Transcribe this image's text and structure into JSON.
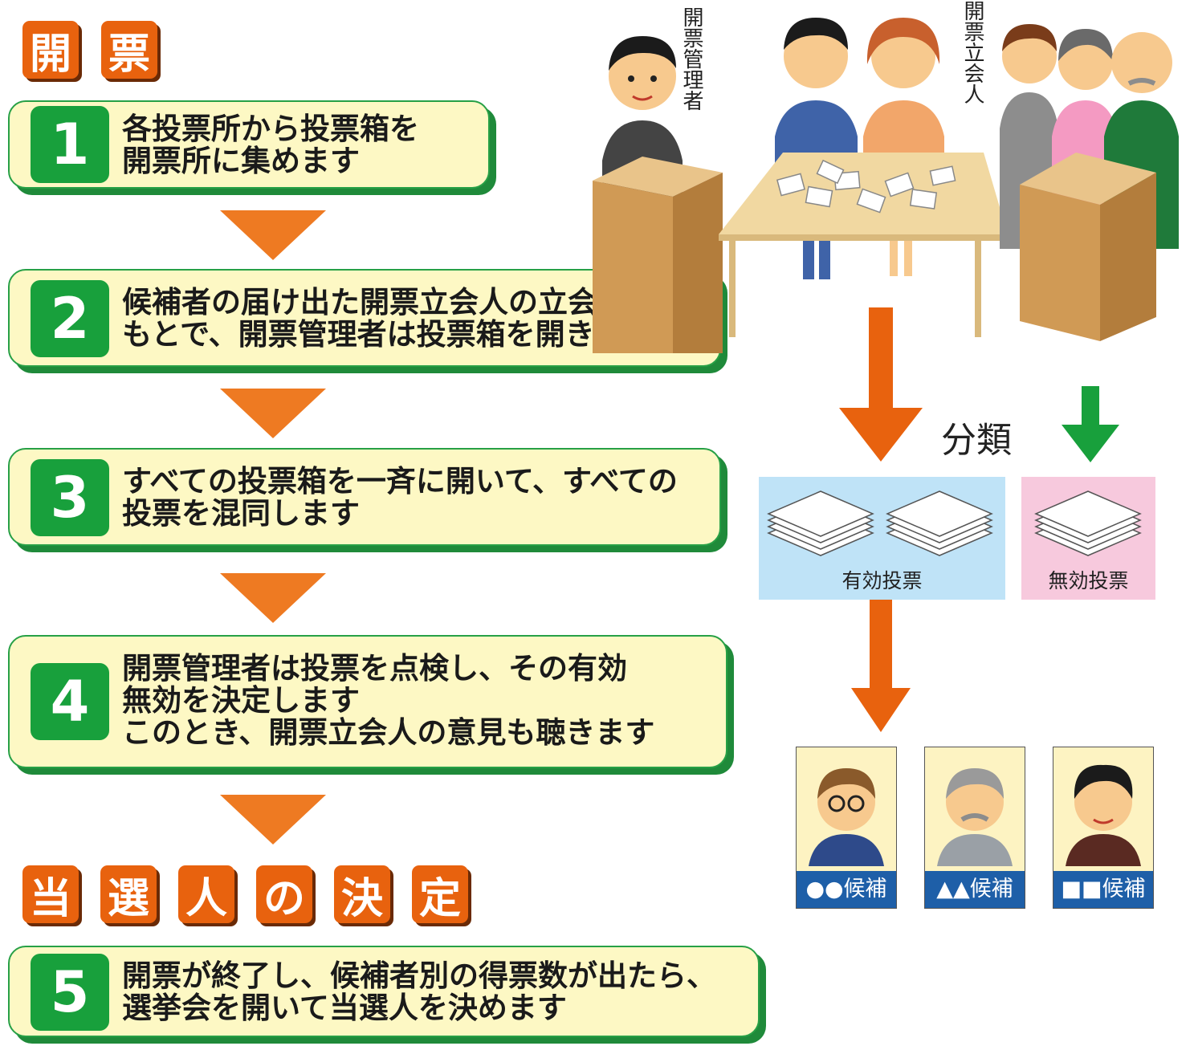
{
  "heading_top": [
    "開",
    "票"
  ],
  "steps": [
    {
      "number": "1",
      "lines": [
        "各投票所から投票箱を",
        "開票所に集めます"
      ]
    },
    {
      "number": "2",
      "lines": [
        "候補者の届け出た開票立会人の立会いの",
        "もとで、開票管理者は投票箱を開きます"
      ]
    },
    {
      "number": "3",
      "lines": [
        "すべての投票箱を一斉に開いて、すべての",
        "投票を混同します"
      ]
    },
    {
      "number": "4",
      "lines": [
        "開票管理者は投票を点検し、その有効",
        "無効を決定します",
        "このとき、開票立会人の意見も聴きます"
      ]
    },
    {
      "number": "5",
      "lines": [
        "開票が終了し、候補者別の得票数が出たら、",
        "選挙会を開いて当選人を決めます"
      ]
    }
  ],
  "heading_bottom": [
    "当",
    "選",
    "人",
    "の",
    "決",
    "定"
  ],
  "illustration": {
    "manager_label": "開票管理者",
    "witness_label": "開票立会人",
    "sort_label": "分類",
    "valid_label": "有効投票",
    "invalid_label": "無効投票"
  },
  "candidates": [
    "●●候補",
    "▲▲候補",
    "■■候補"
  ],
  "colors": {
    "orange": "#e8620e",
    "green": "#18a03c",
    "step_bg": "#fdf8c4",
    "valid_bg": "#bfe3f7",
    "invalid_bg": "#f7c9dd",
    "candidate_label": "#1e5fa8"
  }
}
